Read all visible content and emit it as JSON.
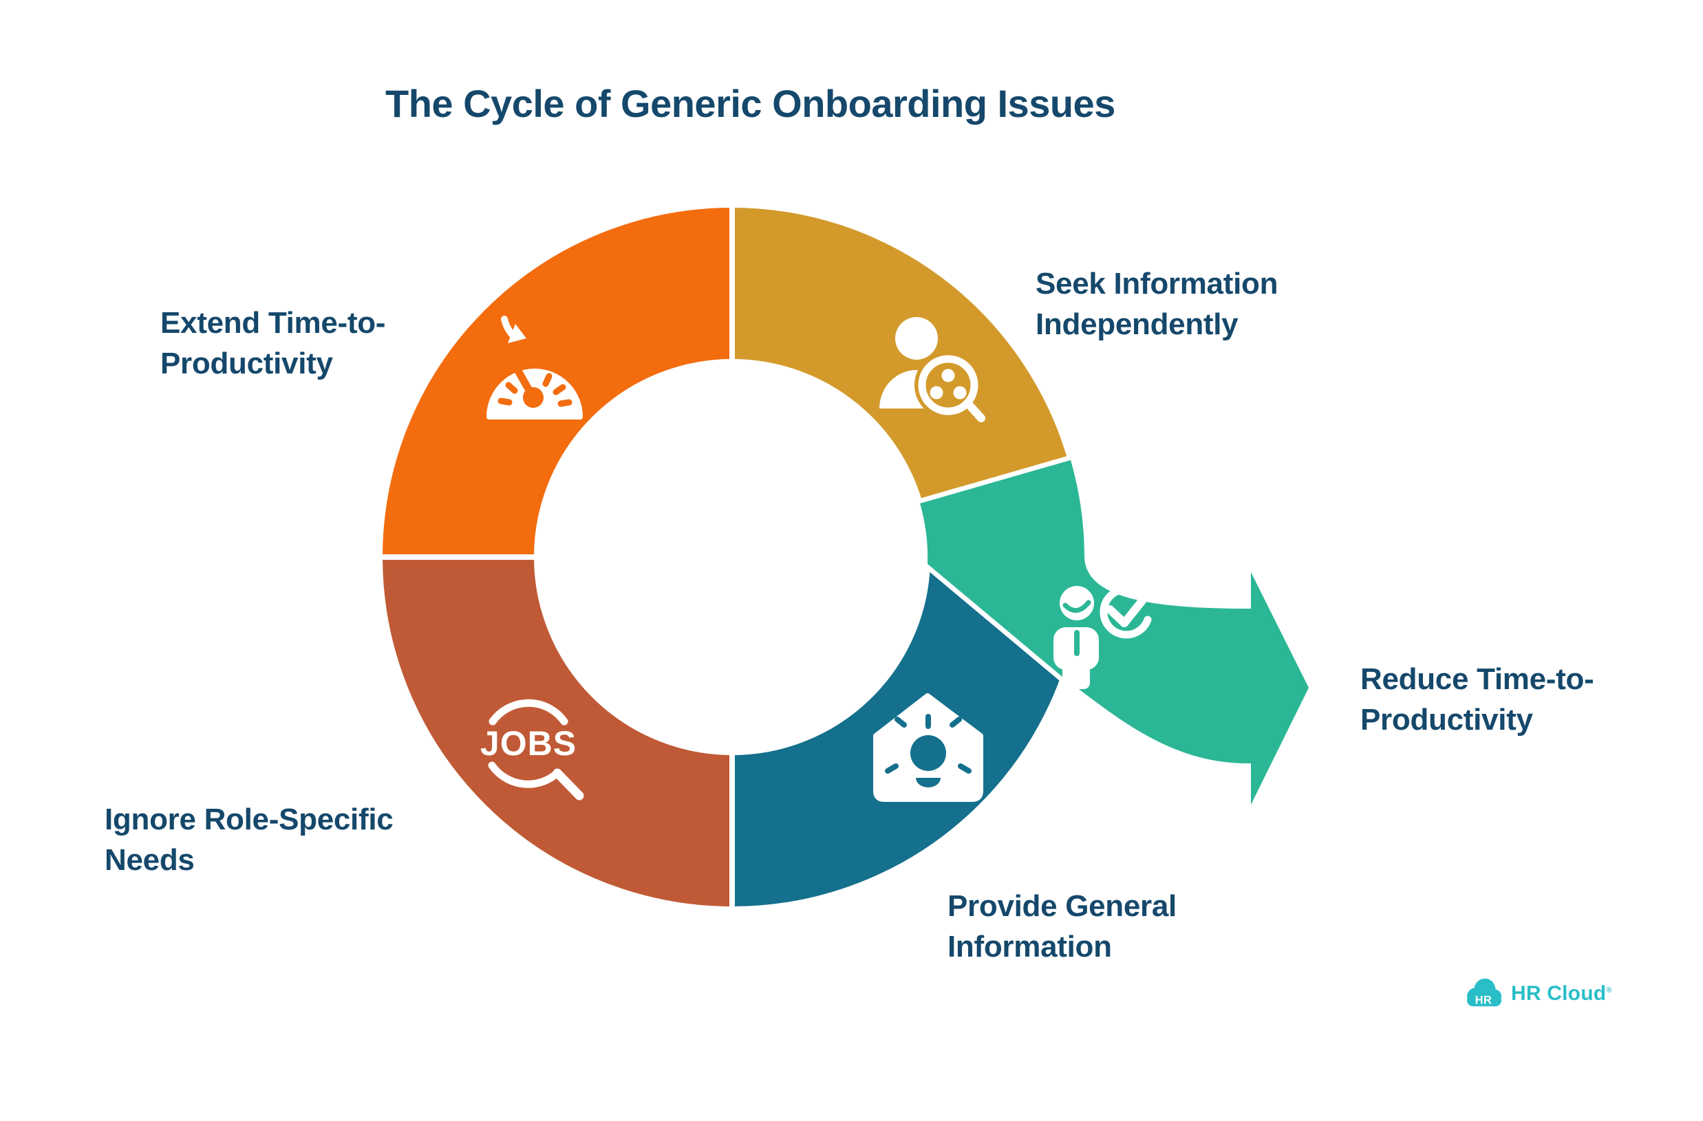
{
  "title": "The Cycle of Generic Onboarding Issues",
  "steps": {
    "extend": {
      "line1": "Extend Time-to-",
      "line2": "Productivity"
    },
    "seek": {
      "line1": "Seek Information",
      "line2": "Independently"
    },
    "reduce": {
      "line1": "Reduce Time-to-",
      "line2": "Productivity"
    },
    "provide": {
      "line1": "Provide General",
      "line2": "Information"
    },
    "ignore": {
      "line1": "Ignore Role-Specific",
      "line2": "Needs"
    }
  },
  "icons": {
    "jobs_text": "JOBS",
    "speedometer": "speedometer-icon",
    "person_search": "person-magnifier-icon",
    "person_check": "person-checkmark-icon",
    "house_bulb": "house-lightbulb-icon",
    "jobs_magnifier": "jobs-magnifier-icon"
  },
  "colors": {
    "orange": "#F36C0E",
    "gold": "#D39A2B",
    "rust": "#C05A36",
    "dark_teal": "#14708C",
    "teal_arrow": "#2BB796",
    "text_navy": "#15486B",
    "logo_teal": "#29BEC8",
    "background": "#FFFFFF"
  },
  "logo": {
    "badge": "HR",
    "name": "HR Cloud",
    "mark": "®"
  }
}
